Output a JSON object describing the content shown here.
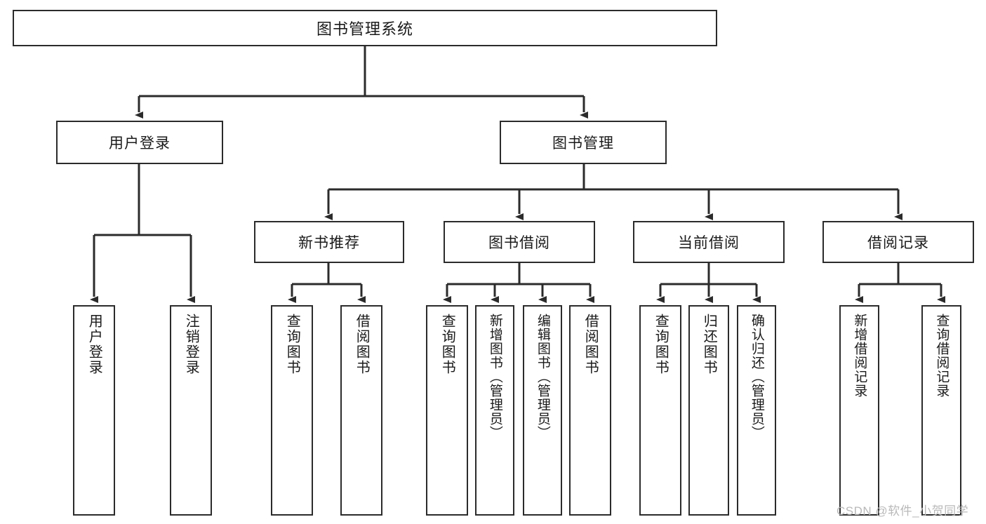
{
  "diagram": {
    "title": "图书管理系统",
    "type": "tree",
    "colors": {
      "stroke": "#2b2b2b",
      "fill": "#ffffff",
      "text": "#1a1a1a",
      "watermark": "#b9b9b9"
    },
    "root": {
      "label": "图书管理系统"
    },
    "level2": [
      {
        "label": "用户登录"
      },
      {
        "label": "图书管理"
      }
    ],
    "level3": [
      {
        "label": "新书推荐"
      },
      {
        "label": "图书借阅"
      },
      {
        "label": "当前借阅"
      },
      {
        "label": "借阅记录"
      }
    ],
    "leaves": {
      "user_login": [
        {
          "label": "用户登录"
        },
        {
          "label": "注销登录"
        }
      ],
      "new_book_recommend": [
        {
          "label": "查询图书"
        },
        {
          "label": "借阅图书"
        }
      ],
      "book_borrow": [
        {
          "label": "查询图书"
        },
        {
          "label": "新增图书（管理员）"
        },
        {
          "label": "编辑图书（管理员）"
        },
        {
          "label": "借阅图书"
        }
      ],
      "current_borrow": [
        {
          "label": "查询图书"
        },
        {
          "label": "归还图书"
        },
        {
          "label": "确认归还（管理员）"
        }
      ],
      "borrow_record": [
        {
          "label": "新增借阅记录"
        },
        {
          "label": "查询借阅记录"
        }
      ]
    },
    "watermark": "CSDN @软件_小贺同学"
  }
}
